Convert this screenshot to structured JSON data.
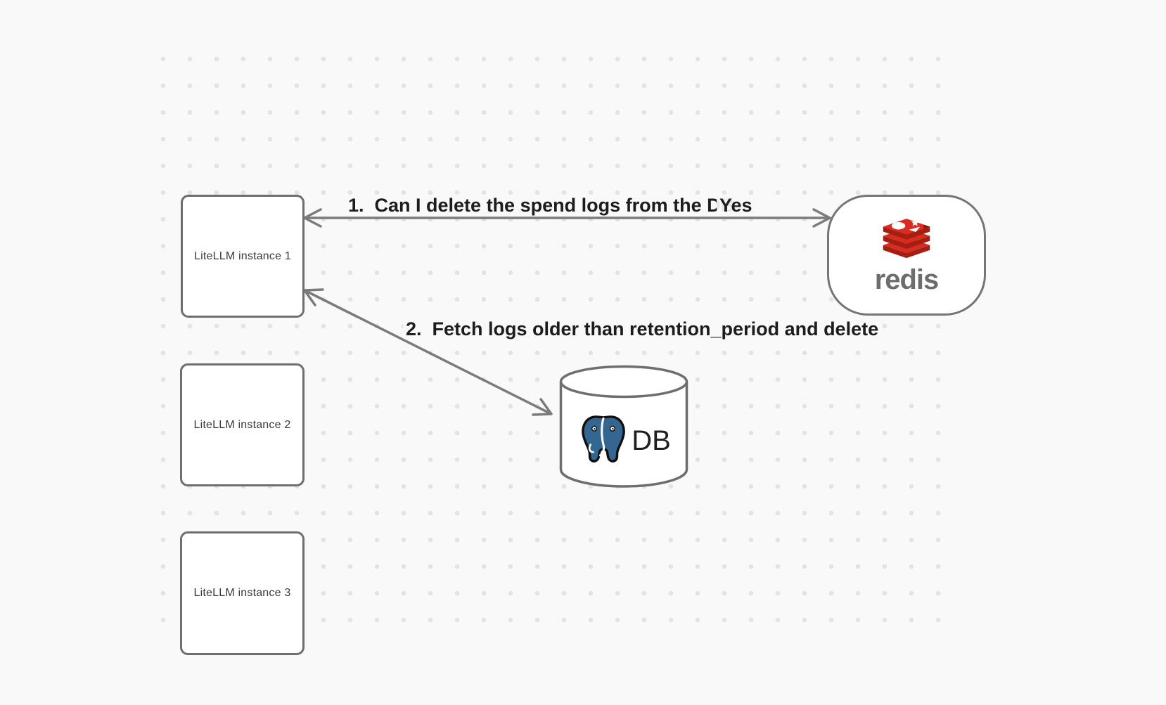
{
  "canvas": {
    "background_color": "#f9f9f9",
    "dot_color": "#e3e3e3"
  },
  "nodes": {
    "instance1": {
      "label": "LiteLLM instance 1"
    },
    "instance2": {
      "label": "LiteLLM instance 2"
    },
    "instance3": {
      "label": "LiteLLM instance 3"
    },
    "redis": {
      "label": "redis",
      "icon": "redis-logo-icon",
      "brand_red": "#d82c20",
      "brand_red_dark": "#a41e11",
      "wordmark_color": "#6d6d6d"
    },
    "db": {
      "label": "DB",
      "icon": "postgresql-elephant-icon",
      "postgres_blue": "#336791"
    }
  },
  "edges": {
    "edge1": {
      "label": "1.  Can I delete the spend logs from the DB",
      "response_label": "Yes",
      "from": "instance1",
      "to": "redis",
      "arrowheads": "both"
    },
    "edge2": {
      "label": "2.  Fetch logs older than retention_period and delete",
      "from": "instance1",
      "to": "db",
      "arrowheads": "both"
    }
  },
  "colors": {
    "node_border": "#6e6e6e",
    "arrow": "#7b7b7b",
    "edge_label_text": "#1d1d1d",
    "node_text": "#3a3a3d"
  }
}
